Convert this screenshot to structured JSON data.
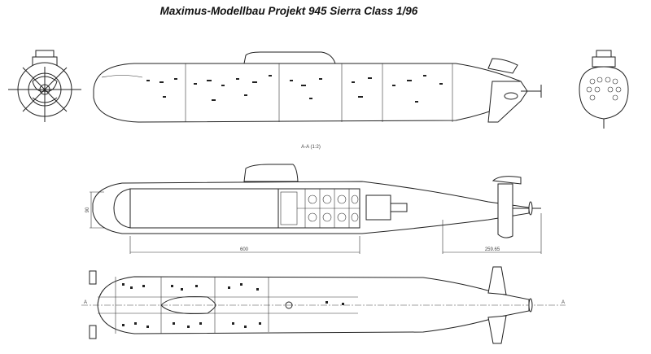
{
  "title": "Maximus-Modellbau Projekt 945 Sierra Class 1/96",
  "section_label": "A-A (1:2)",
  "dimensions": {
    "height": "90",
    "hull_length": "600",
    "tail_length": "259.65"
  },
  "section_marks": {
    "left": "A",
    "right": "A"
  }
}
